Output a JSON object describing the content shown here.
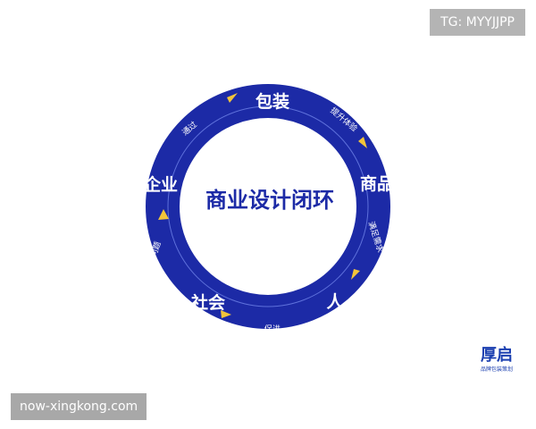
{
  "watermark_top": "TG: MYYJJPP",
  "watermark_bottom": "now-xingkong.com",
  "center_title": "商业设计闭环",
  "nodes": {
    "packaging": "包装",
    "product": "商品",
    "person": "人",
    "society": "社会",
    "enterprise": "企业"
  },
  "edges": {
    "through": "通过",
    "enhance_experience": "提升体验",
    "meet_needs": "满足需求",
    "promote": "促进",
    "problem": "问题"
  },
  "logo": {
    "mark": "厚启",
    "tagline": "品牌包装策划"
  },
  "colors": {
    "ring": "#1c2aa6",
    "arrow": "#f2c53a",
    "title": "#1c2aa6"
  }
}
